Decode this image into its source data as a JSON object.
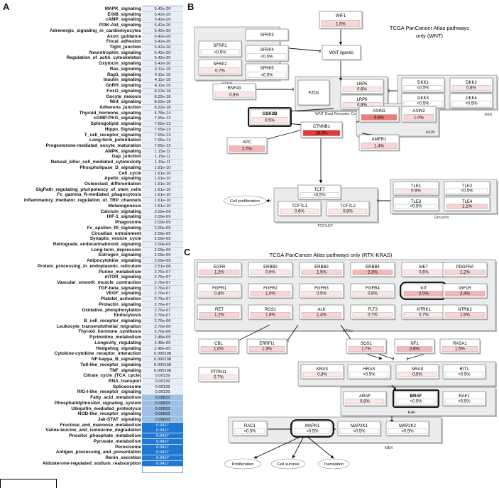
{
  "labels": {
    "a": "A",
    "b": "B",
    "c": "C"
  },
  "panel_a": {
    "rows": [
      [
        "MAPK_signaling",
        "5.42e-20"
      ],
      [
        "ErbB_signaling",
        "5.42e-20"
      ],
      [
        "cAMP_signaling",
        "5.42e-20"
      ],
      [
        "PI3K-Akt_signaling",
        "5.42e-20"
      ],
      [
        "Adrenergic_signaling_in_cardiomyocytes",
        "5.42e-20"
      ],
      [
        "Axon_guidance",
        "5.42e-20"
      ],
      [
        "Focal_adhesion",
        "5.42e-20"
      ],
      [
        "Tight_junction",
        "5.42e-20"
      ],
      [
        "Neurotrophin_signaling",
        "5.42e-20"
      ],
      [
        "Regulation_of_actin_cytoskeleton",
        "5.42e-20"
      ],
      [
        "Oxytocin_signaling",
        "5.42e-20"
      ],
      [
        "Ras_signaling",
        "4.11e-19"
      ],
      [
        "Rap1_signaling",
        "4.11e-19"
      ],
      [
        "Insulin_signaling",
        "4.11e-19"
      ],
      [
        "GnRH_signaling",
        "4.11e-19"
      ],
      [
        "FoxO_signaling",
        "8.22e-18"
      ],
      [
        "Oocyte_meiosis",
        "8.22e-18"
      ],
      [
        "Wnt_signaling",
        "8.22e-18"
      ],
      [
        "Adherens_junction",
        "8.22e-18"
      ],
      [
        "Thyroid_hormone_signaling",
        "4.78e-14"
      ],
      [
        "cGMP-PKG_signaling",
        "7.65e-13"
      ],
      [
        "Sphingolipid_signaling",
        "7.65e-13"
      ],
      [
        "Hippo_Signaling",
        "7.65e-13"
      ],
      [
        "T_cell_receptor_signaling",
        "7.65e-13"
      ],
      [
        "Long-term_potentiation",
        "7.65e-13"
      ],
      [
        "Progesterone-mediated_oocyte_maturation",
        "7.65e-13"
      ],
      [
        "AMPK_signaling",
        "1.15e-11"
      ],
      [
        "Gap_junction",
        "1.15e-11"
      ],
      [
        "Natural_killer_cell_mediated_cytotoxicity",
        "1.15e-11"
      ],
      [
        "Phospholipase_D_signaling",
        "1.61e-10"
      ],
      [
        "Cell_cycle",
        "1.61e-10"
      ],
      [
        "Apelin_signaling",
        "1.61e-10"
      ],
      [
        "Osteoclast_differentiation",
        "1.61e-10"
      ],
      [
        "SigPath_regulating_pluripotency_of_stem_cells",
        "1.61e-10"
      ],
      [
        "Fc_gamma_R-mediated_phagocytosis",
        "1.61e-10"
      ],
      [
        "Inflammatory_mediator_regulation_of_TRP_channels",
        "1.61e-10"
      ],
      [
        "Melanogenesis",
        "1.61e-10"
      ],
      [
        "Calcium_signaling",
        "2.09e-09"
      ],
      [
        "HIF-1_signaling",
        "2.09e-09"
      ],
      [
        "Phagosome",
        "2.09e-09"
      ],
      [
        "Fc_epsilon_RI_signaling",
        "2.09e-09"
      ],
      [
        "Circadian_entrainment",
        "2.09e-09"
      ],
      [
        "Synaptic_vesicle_cycle",
        "2.09e-09"
      ],
      [
        "Retrograde_endocannabinoid_signaling",
        "2.09e-09"
      ],
      [
        "Long-term_depression",
        "2.09e-09"
      ],
      [
        "Estrogen_signaling",
        "2.09e-09"
      ],
      [
        "Adipocytokine_signaling",
        "2.09e-09"
      ],
      [
        "Protein_processing_in_endoplasmic_reticulum",
        "2.51e-08"
      ],
      [
        "Purine_metabolism",
        "2.76e-07"
      ],
      [
        "mTOR_signaling",
        "2.76e-07"
      ],
      [
        "Vascular_smooth_muscle_contraction",
        "2.76e-07"
      ],
      [
        "TGF-beta_signaling",
        "2.76e-07"
      ],
      [
        "VEGF_signaling",
        "2.76e-07"
      ],
      [
        "Platelet_activation",
        "2.76e-07"
      ],
      [
        "Prolactin_signaling",
        "2.76e-07"
      ],
      [
        "Oxidative_phosphorylation",
        "2.76e-07"
      ],
      [
        "Endocytosis",
        "2.76e-07"
      ],
      [
        "B_cell_receptor_signaling",
        "2.76e-06"
      ],
      [
        "Leukocyte_transendothelial_migration",
        "2.76e-06"
      ],
      [
        "Thyroid_hormone_synthesis",
        "2.76e-06"
      ],
      [
        "Pyrimidine_metabolism",
        "2.48e-05"
      ],
      [
        "Longevity_regulating",
        "2.48e-05"
      ],
      [
        "Hedgehog_signaling",
        "2.48e-05"
      ],
      [
        "Cytokine-cytokine_receptor_interaction",
        "0.000198"
      ],
      [
        "NF-kappa_B_signaling",
        "0.000198"
      ],
      [
        "Toll-like_receptor_signaling",
        "0.000198"
      ],
      [
        "TNF_signaling",
        "0.000198"
      ],
      [
        "Citrate_cycle_(TCA_cycle)",
        "0.00139"
      ],
      [
        "RNA_transport",
        "0.00139"
      ],
      [
        "Spliceosome",
        "0.00139"
      ],
      [
        "RIG-I-like_receptor_signaling",
        "0.00139"
      ],
      [
        "Fatty_acid_metabolism",
        "0.00833"
      ],
      [
        "Phosphatidylinositol_signaling_system",
        "0.00833"
      ],
      [
        "Ubiquitin_mediated_proteolysis",
        "0.00833"
      ],
      [
        "NOD-like_receptor_signaling",
        "0.00833"
      ],
      [
        "Jak-STAT_signaling",
        "0.00833"
      ],
      [
        "Fructose_and_mannose_metabolism",
        "0.0417"
      ],
      [
        "Valine-leucine_and_isoleucine_degradation",
        "0.0417"
      ],
      [
        "Pnositol_phosphate_metabolism",
        "0.0417"
      ],
      [
        "Pyruvate_metabolism",
        "0.0417"
      ],
      [
        "Peroxisome",
        "0.0417"
      ],
      [
        "Antigen_processing_and_presentation",
        "0.0417"
      ],
      [
        "Renin_secretion",
        "0.0417"
      ],
      [
        "Aldosterone-regulated_sodium_reabsorption",
        "0.0417"
      ]
    ],
    "colors": {
      "light": "#e8eef7",
      "mid": "#9fc0e6",
      "dark": "#1f78d1"
    }
  },
  "panel_b": {
    "title_line1": "TCGA PanCancer Atlas pathways",
    "title_line2": "only (WNT)",
    "nodes": {
      "WIF1": {
        "name": "WIF1",
        "val": "1.5%"
      },
      "SFRP3": {
        "name": "SFRP3",
        "val": ""
      },
      "SFRP1": {
        "name": "SFRP1",
        "val": "<0.5%"
      },
      "SFRP4": {
        "name": "SFRP4",
        "val": "<0.5%"
      },
      "SFRP2": {
        "name": "SFRP2",
        "val": "0.7%"
      },
      "SFRP5": {
        "name": "SFRP5",
        "val": "<0.5%"
      },
      "WNT": {
        "name": "WNT ligands",
        "val": ""
      },
      "RNF43": {
        "name": "RNF43",
        "val": "0.8%"
      },
      "FZD": {
        "name": "FZDs",
        "val": ""
      },
      "LRP5": {
        "name": "LRP5",
        "val": "0.6%"
      },
      "LRP6": {
        "name": "LRP6",
        "val": "0.9%"
      },
      "DKK1": {
        "name": "DKK1",
        "val": "<0.5%"
      },
      "DKK2": {
        "name": "DKK2",
        "val": "0.6%"
      },
      "DKK3": {
        "name": "DKK3",
        "val": "<0.5%"
      },
      "DKK4": {
        "name": "DKK4",
        "val": "<0.5%"
      },
      "GSK3B": {
        "name": "GSK3B",
        "val": "0.5%"
      },
      "CTNNB1": {
        "name": "CTNNB1",
        "val": "28.9%"
      },
      "AXIN1": {
        "name": "AXIN1",
        "val": "6.6%"
      },
      "AXIN2": {
        "name": "AXIN2",
        "val": "1.0%"
      },
      "APC": {
        "name": "APC",
        "val": "2.7%"
      },
      "AMER1": {
        "name": "AMER1",
        "val": "1.4%"
      },
      "TCF7": {
        "name": "TCF7",
        "val": "<0.5%"
      },
      "TCF7L1": {
        "name": "TCF7L1",
        "val": "0.6%"
      },
      "TCF7L2": {
        "name": "TCF7L2",
        "val": "0.8%"
      },
      "TLE1": {
        "name": "TLE1",
        "val": "0.9%"
      },
      "TLE2": {
        "name": "TLE2",
        "val": "<0.5%"
      },
      "TLE3": {
        "name": "TLE3",
        "val": "<0.5%"
      },
      "TLE4": {
        "name": "TLE4",
        "val": "1.1%"
      }
    },
    "groups": {
      "sfrp": "SFRP",
      "wnt_complex": "WNT Dual Receptor Complex",
      "dkk": "DKK",
      "axin": "AXIN",
      "tcf": "TCF/LEF",
      "groucho": "Groucho"
    },
    "outputs": {
      "prolif": "Cell proliferation"
    }
  },
  "panel_c": {
    "title": "TCGA PanCancer Atlas pathways only (RTK-KRAS)",
    "nodes": {
      "EGFR": {
        "name": "EGFR",
        "val": "1.2%"
      },
      "ERBB2": {
        "name": "ERBB2",
        "val": "0.9%"
      },
      "ERBB3": {
        "name": "ERBB3",
        "val": "1.5%"
      },
      "ERBB4": {
        "name": "ERBB4",
        "val": "2.3%"
      },
      "MET": {
        "name": "MET",
        "val": "0.6%"
      },
      "PDGFRA": {
        "name": "PDGFRA",
        "val": "1.2%"
      },
      "FGFR1": {
        "name": "FGFR1",
        "val": "0.8%"
      },
      "FGFR2": {
        "name": "FGFR2",
        "val": "1.0%"
      },
      "FGFR3": {
        "name": "FGFR3",
        "val": "0.5%"
      },
      "FGFR4": {
        "name": "FGFR4",
        "val": "0.8%"
      },
      "KIT": {
        "name": "KIT",
        "val": "2.0%"
      },
      "IGF1R": {
        "name": "IGF1R",
        "val": "2.4%"
      },
      "RET": {
        "name": "RET",
        "val": "1.2%"
      },
      "ROS1": {
        "name": "ROS1",
        "val": "1.8%"
      },
      "ALK": {
        "name": "ALK",
        "val": "1.4%"
      },
      "FLT3": {
        "name": "FLT3",
        "val": "0.7%"
      },
      "NTRK1": {
        "name": "NTRK1",
        "val": "0.7%"
      },
      "NTRK2": {
        "name": "NTRK2",
        "val": "1.6%"
      },
      "CBL": {
        "name": "CBL",
        "val": "1.0%"
      },
      "ERRFI1": {
        "name": "ERRFI1",
        "val": "1.3%"
      },
      "SOS1": {
        "name": "SOS1",
        "val": "1.7%"
      },
      "NF1": {
        "name": "NF1",
        "val": "2.6%"
      },
      "RASA1": {
        "name": "RASA1",
        "val": "1.5%"
      },
      "PTPN11": {
        "name": "PTPN11",
        "val": "0.7%"
      },
      "KRAS": {
        "name": "KRAS",
        "val": "0.8%"
      },
      "HRAS": {
        "name": "HRAS",
        "val": "<0.5%"
      },
      "NRAS": {
        "name": "NRAS",
        "val": "0.5%"
      },
      "RIT1": {
        "name": "RIT1",
        "val": "<0.5%"
      },
      "ARAF": {
        "name": "ARAF",
        "val": "0.8%"
      },
      "BRAF": {
        "name": "BRAF",
        "val": "<0.5%"
      },
      "RAF1": {
        "name": "RAF1",
        "val": "<0.5%"
      },
      "RAC1": {
        "name": "RAC1",
        "val": "<0.5%"
      },
      "MAPK1": {
        "name": "MAPK1",
        "val": "<0.5%"
      },
      "MAP2K1": {
        "name": "MAP2K1",
        "val": "<0.5%"
      },
      "MAP2K2": {
        "name": "MAP2K2",
        "val": "<0.5%"
      }
    },
    "groups": {
      "rtks": "RTKs",
      "ras": "RAS",
      "raf": "RAF",
      "mek": "MEK"
    },
    "outputs": {
      "prolif": "Proliferation",
      "surv": "Cell survival",
      "trans": "Translation"
    }
  }
}
